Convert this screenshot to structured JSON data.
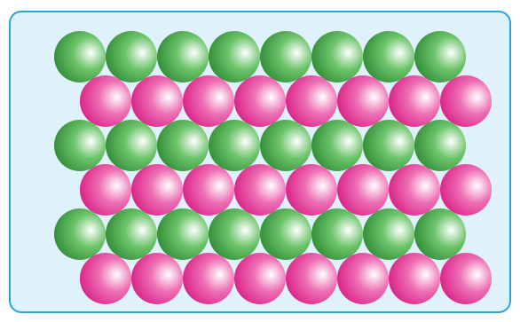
{
  "figure": {
    "frame_fill": "#dff1fa",
    "frame_border": "#2aa4d8",
    "rows": [
      {
        "kind": "green",
        "count": 8
      },
      {
        "kind": "pink",
        "count": 8
      },
      {
        "kind": "green",
        "count": 8
      },
      {
        "kind": "pink",
        "count": 8
      },
      {
        "kind": "green",
        "count": 8
      },
      {
        "kind": "pink",
        "count": 8
      }
    ],
    "sphere_kinds": {
      "green": {
        "highlight": "#ffffff",
        "mid": "#6cc46a",
        "edge": "#2f8a35"
      },
      "pink": {
        "highlight": "#ffffff",
        "mid": "#ee6fb4",
        "edge": "#d81e85"
      }
    }
  }
}
